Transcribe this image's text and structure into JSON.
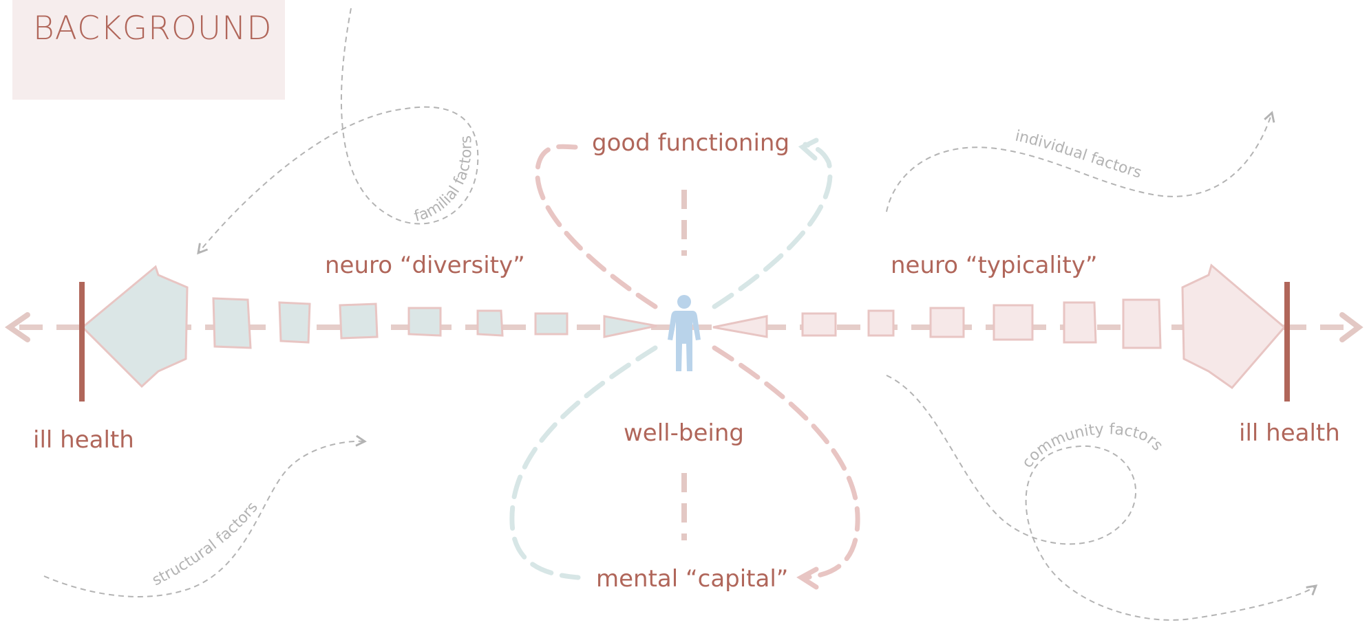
{
  "title": "BACKGROUND",
  "labels": {
    "good_functioning": "good functioning",
    "well_being": "well-being",
    "mental_capital": "mental “capital”",
    "neuro_diversity": "neuro “diversity”",
    "neuro_typicality": "neuro “typicality”",
    "ill_health_left": "ill health",
    "ill_health_right": "ill health"
  },
  "factors": {
    "familial": "familial factors",
    "individual": "individual factors",
    "structural": "structural factors",
    "community": "community factors"
  },
  "colors": {
    "text": "#b0665a",
    "axis": "#e3c8c4",
    "bar": "#b0665a",
    "teal_fill": "#dbe6e6",
    "pink_fill": "#f6e8e8",
    "person": "#b9d3ea",
    "factor_line": "#b3b3b3",
    "title_bg": "#f6eded"
  },
  "icons": {
    "person": "person-icon"
  }
}
